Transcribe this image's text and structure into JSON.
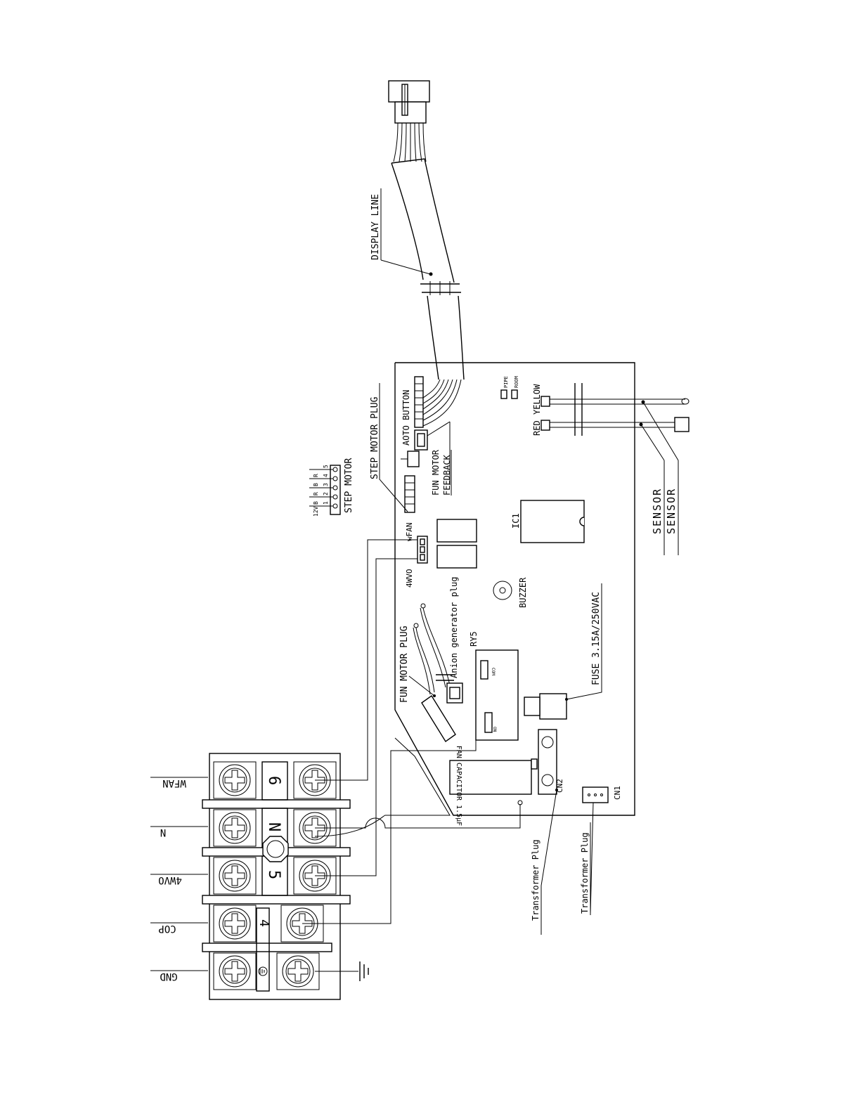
{
  "labels": {
    "display_line": "DISPLAY LINE",
    "aoto_button": "AOTO BUTTON",
    "step_motor_plug": "STEP MOTOR PLUG",
    "step_motor": "STEP MOTOR",
    "fun_motor": "FUN MOTOR",
    "feedback": "FEEDBACK",
    "pipe": "PIPE",
    "room": "ROOM",
    "red": "RED",
    "yellow": "YELLOW",
    "sensor_1": "SENSOR",
    "sensor_2": "SENSOR",
    "ic1": "IC1",
    "wfan_plug": "wFAN",
    "wvo_plug": "4WVO",
    "buzzer": "BUZZER",
    "anion": "Anion generator plug",
    "fun_motor_plug": "FUN MOTOR PLUG",
    "ry5": "RY5",
    "com": "COM",
    "on": "ON",
    "fuse": "FUSE 3.15A/250VAC",
    "fan_capacitor": "FAN CAPACITOR 1.5μF",
    "cn2": "CN2",
    "cn1": "CN1",
    "transformer_plug_1": "Transformer Plug",
    "transformer_plug_2": "Transformer Plug",
    "step_pins": [
      "5",
      "4",
      "3",
      "2",
      "1"
    ],
    "step_wires": [
      "12V",
      "B",
      "R",
      "B",
      "R"
    ]
  },
  "terminal_block": {
    "wires": [
      "WFAN",
      "N",
      "4WVO",
      "COP",
      "GND"
    ],
    "marks": [
      "6",
      "N",
      "5",
      "4"
    ]
  }
}
